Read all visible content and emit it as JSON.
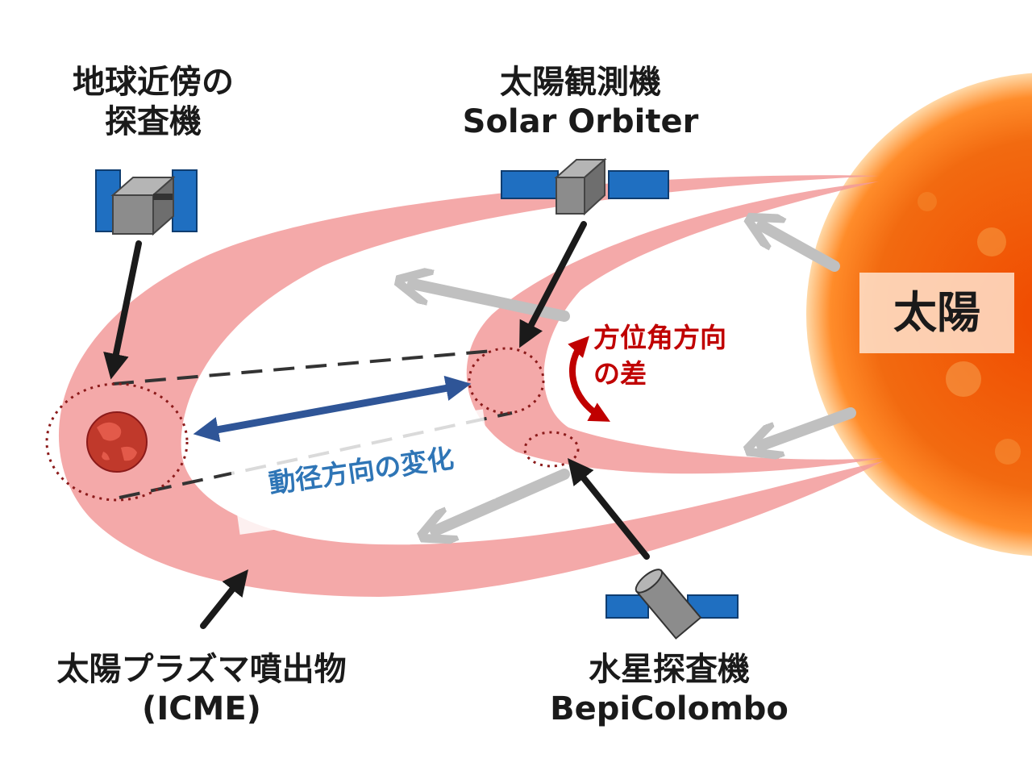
{
  "labels": {
    "earth_probe": {
      "line1": "地球近傍の",
      "line2": "探査機"
    },
    "solar_orbiter": {
      "line1": "太陽観測機",
      "line2": "Solar Orbiter"
    },
    "icme": {
      "line1": "太陽プラズマ噴出物",
      "line2": "(ICME)"
    },
    "bepicolombo": {
      "line1": "水星探査機",
      "line2": "BepiColombo"
    },
    "sun": "太陽",
    "azimuthal_difference": {
      "line1": "方位角方向",
      "line2": "の差"
    },
    "radial_change": "動径方向の変化"
  },
  "icons": {
    "earth_spacecraft": "satellite-box-icon",
    "solar_orbiter_spacecraft": "satellite-box-icon",
    "bepicolombo_spacecraft": "satellite-cylinder-icon",
    "planet": "earth-icon",
    "sun": "sun-icon"
  },
  "colors": {
    "icme_fill": "#f29a9a",
    "sun_core": "#f05a00",
    "sun_glow": "#ff9a3c",
    "solar_panel": "#1f6fc1",
    "spacecraft_body": "#8c8c8c",
    "radial_arrow": "#2f5597",
    "azimuthal_arrow": "#c00000",
    "flow_arrow": "#c0c0c0",
    "pointer_arrow": "#1a1a1a",
    "dashed_line": "#333333",
    "dotted_circle": "#8b1a1a",
    "planet_fill": "#c0392b"
  }
}
